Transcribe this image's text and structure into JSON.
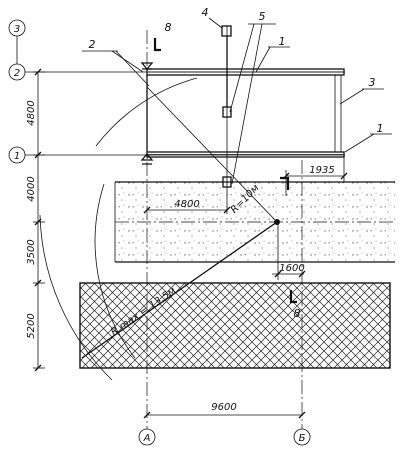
{
  "axes": {
    "row_3": "3",
    "row_2": "2",
    "row_1": "1",
    "col_A": "А",
    "col_B": "Б"
  },
  "callouts": {
    "c1_top": "1",
    "c1_bottom": "1",
    "c2": "2",
    "c3": "3",
    "c4": "4",
    "c5": "5",
    "c8_top": "8",
    "c8_bottom": "8"
  },
  "dimensions": {
    "v_4800": "4800",
    "v_4000": "4000",
    "v_3500": "3500",
    "v_5200": "5200",
    "h_1935": "1935",
    "h_4800": "4800",
    "h_1600": "1600",
    "h_9600": "9600"
  },
  "annotations": {
    "radius_crane": "R=10м",
    "radius_max": "R max = 13,5м"
  }
}
